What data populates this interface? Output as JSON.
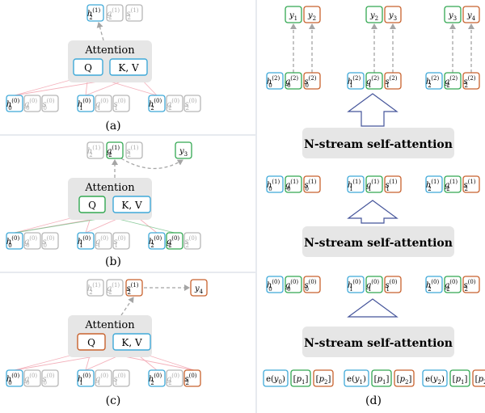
{
  "colors": {
    "h": "#3fa9d8",
    "g": "#33a852",
    "s": "#c8622d",
    "gray": "#b7b7b7",
    "attention_box": "#e6e6e6",
    "arrow_outline": "#44549a",
    "dashed": "#a5a5a5",
    "pink_line": "#f2a4b0",
    "panel_divider": "#cfd6df"
  },
  "panel_labels": {
    "a": "(a)",
    "b": "(b)",
    "c": "(c)",
    "d": "(d)"
  },
  "attention": {
    "title": "Attention",
    "q": "Q",
    "kv": "K, V"
  },
  "nstream": {
    "label": "N-stream self-attention"
  },
  "tokens": {
    "h": "h",
    "g": "g",
    "s": "s",
    "y": "y",
    "p": "p",
    "e": "e",
    "sub0": "0",
    "sub1": "1",
    "sub2": "2",
    "sub3": "3",
    "sub4": "4",
    "sup0": "(0)",
    "sup1": "(1)",
    "sup2": "(2)"
  }
}
